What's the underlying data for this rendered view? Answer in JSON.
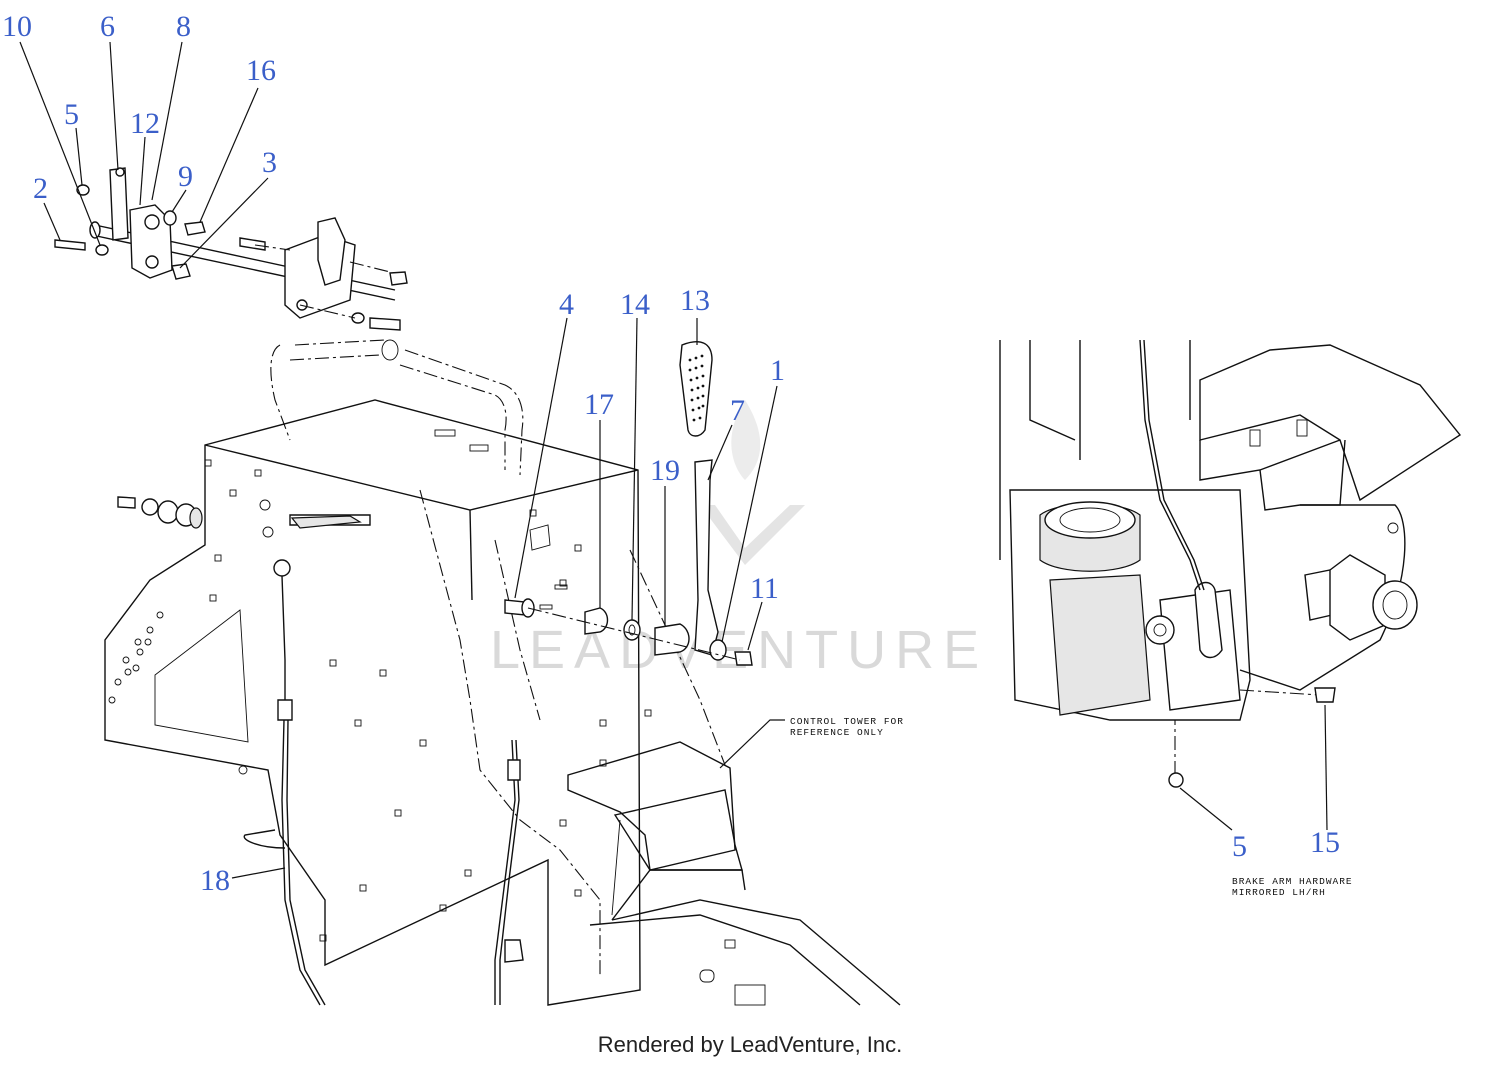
{
  "diagram": {
    "callouts": [
      {
        "id": "c10",
        "label": "10"
      },
      {
        "id": "c6",
        "label": "6"
      },
      {
        "id": "c8",
        "label": "8"
      },
      {
        "id": "c16",
        "label": "16"
      },
      {
        "id": "c5a",
        "label": "5"
      },
      {
        "id": "c12",
        "label": "12"
      },
      {
        "id": "c9",
        "label": "9"
      },
      {
        "id": "c3",
        "label": "3"
      },
      {
        "id": "c2",
        "label": "2"
      },
      {
        "id": "c4",
        "label": "4"
      },
      {
        "id": "c14",
        "label": "14"
      },
      {
        "id": "c13",
        "label": "13"
      },
      {
        "id": "c1",
        "label": "1"
      },
      {
        "id": "c17",
        "label": "17"
      },
      {
        "id": "c7",
        "label": "7"
      },
      {
        "id": "c19",
        "label": "19"
      },
      {
        "id": "c11",
        "label": "11"
      },
      {
        "id": "c18",
        "label": "18"
      },
      {
        "id": "c5b",
        "label": "5"
      },
      {
        "id": "c15",
        "label": "15"
      }
    ],
    "notes": {
      "control_tower": [
        "CONTROL TOWER FOR",
        "REFERENCE ONLY"
      ],
      "brake_arm": [
        "BRAKE ARM HARDWARE",
        "MIRRORED LH/RH"
      ]
    },
    "watermark": "LEADVENTURE",
    "footer": "Rendered by LeadVenture, Inc."
  }
}
